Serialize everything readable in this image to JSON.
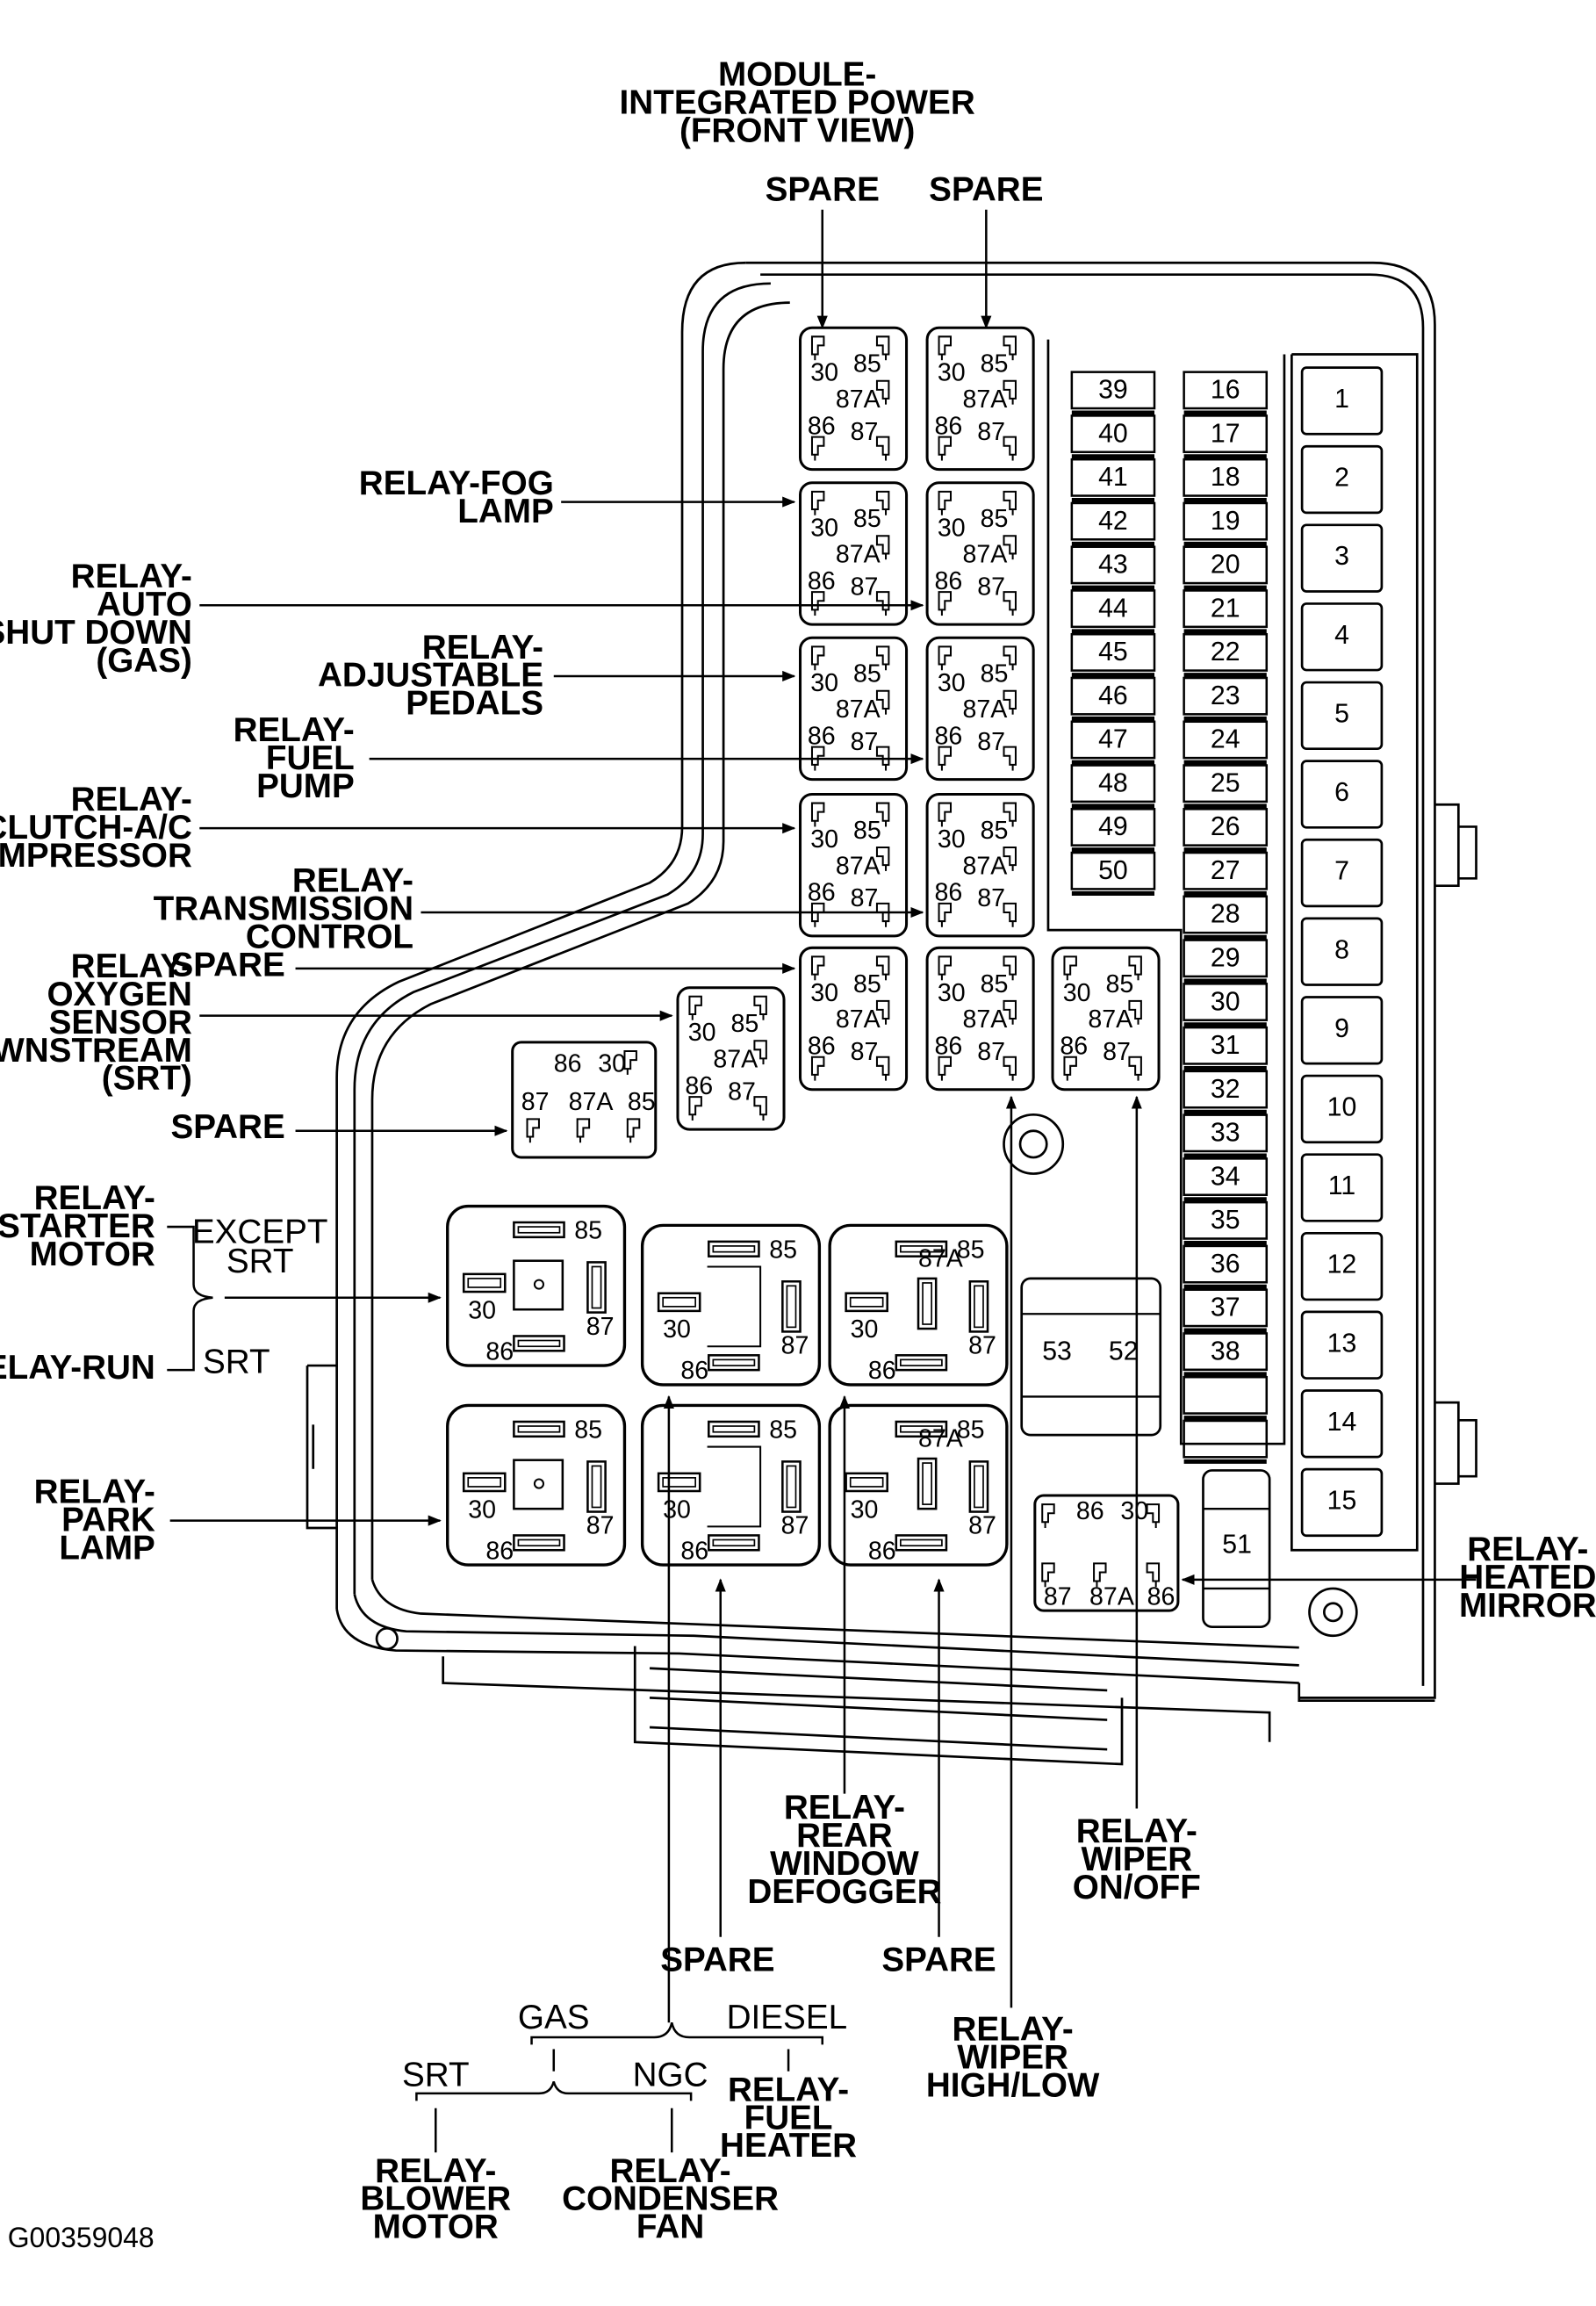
{
  "title": [
    "MODULE-",
    "INTEGRATED POWER",
    "(FRONT VIEW)"
  ],
  "figure_id": "G00359048",
  "mini_fuses_left": [
    "39",
    "40",
    "41",
    "42",
    "43",
    "44",
    "45",
    "46",
    "47",
    "48",
    "49",
    "50"
  ],
  "mini_fuses_right": [
    "16",
    "17",
    "18",
    "19",
    "20",
    "21",
    "22",
    "23",
    "24",
    "25",
    "26",
    "27",
    "28",
    "29",
    "30",
    "31",
    "32",
    "33",
    "34",
    "35",
    "36",
    "37",
    "38"
  ],
  "maxi_fuses": [
    "1",
    "2",
    "3",
    "4",
    "5",
    "6",
    "7",
    "8",
    "9",
    "10",
    "11",
    "12",
    "13",
    "14",
    "15"
  ],
  "cartridge_fuses": {
    "a": "53",
    "b": "52",
    "c": "51"
  },
  "relay_pins": {
    "p30": "30",
    "p85": "85",
    "p86": "86",
    "p87": "87",
    "p87a": "87A"
  },
  "labels": {
    "spare": "SPARE",
    "fog_lamp": [
      "RELAY-FOG",
      "LAMP"
    ],
    "auto_shutdown": [
      "RELAY-",
      "AUTO",
      "SHUT DOWN",
      "(GAS)"
    ],
    "adj_pedals": [
      "RELAY-",
      "ADJUSTABLE",
      "PEDALS"
    ],
    "fuel_pump": [
      "RELAY-",
      "FUEL",
      "PUMP"
    ],
    "clutch_ac": [
      "RELAY-",
      "CLUTCH-A/C",
      "COMPRESSOR"
    ],
    "trans_control": [
      "RELAY-",
      "TRANSMISSION",
      "CONTROL"
    ],
    "oxygen": [
      "RELAY-",
      "OXYGEN",
      "SENSOR",
      "DOWNSTREAM",
      "(SRT)"
    ],
    "starter": [
      "RELAY-",
      "STARTER",
      "MOTOR"
    ],
    "except_srt": [
      "EXCEPT",
      "SRT"
    ],
    "relay_run": "RELAY-RUN",
    "srt": "SRT",
    "park_lamp": [
      "RELAY-",
      "PARK",
      "LAMP"
    ],
    "heated_mirror": [
      "RELAY-",
      "HEATED",
      "MIRROR"
    ],
    "rear_defogger": [
      "RELAY-",
      "REAR",
      "WINDOW",
      "DEFOGGER"
    ],
    "wiper_onoff": [
      "RELAY-",
      "WIPER",
      "ON/OFF"
    ],
    "wiper_highlow": [
      "RELAY-",
      "WIPER",
      "HIGH/LOW"
    ],
    "gas": "GAS",
    "diesel": "DIESEL",
    "ngc": "NGC",
    "fuel_heater": [
      "RELAY-",
      "FUEL",
      "HEATER"
    ],
    "blower": [
      "RELAY-",
      "BLOWER",
      "MOTOR"
    ],
    "condenser": [
      "RELAY-",
      "CONDENSER",
      "FAN"
    ]
  }
}
